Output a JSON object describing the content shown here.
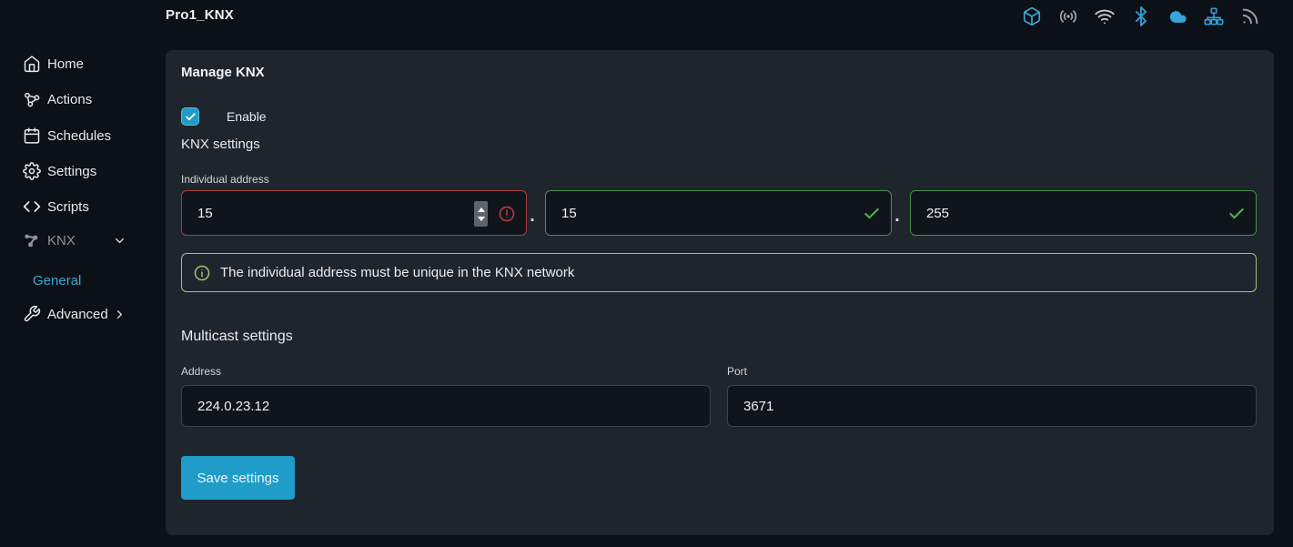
{
  "header": {
    "title": "Pro1_KNX",
    "status_icons": [
      {
        "name": "box-icon",
        "color": "#3fa9d2"
      },
      {
        "name": "broadcast-icon",
        "color": "#a7adb3"
      },
      {
        "name": "wifi-icon",
        "color": "#c4c9cd"
      },
      {
        "name": "bluetooth-icon",
        "color": "#2d9fd8"
      },
      {
        "name": "cloud-icon",
        "color": "#35a5dc"
      },
      {
        "name": "sitemap-icon",
        "color": "#2d9fd8"
      },
      {
        "name": "rss-icon",
        "color": "#9aa0a6"
      }
    ]
  },
  "sidebar": {
    "items": [
      {
        "label": "Home",
        "icon": "home-icon"
      },
      {
        "label": "Actions",
        "icon": "actions-icon"
      },
      {
        "label": "Schedules",
        "icon": "calendar-icon"
      },
      {
        "label": "Settings",
        "icon": "gear-icon"
      },
      {
        "label": "Scripts",
        "icon": "code-icon"
      },
      {
        "label": "KNX",
        "icon": "knx-icon",
        "expanded": true
      },
      {
        "label": "General",
        "active": true
      },
      {
        "label": "Advanced",
        "icon": "wrench-icon",
        "has_submenu": true
      }
    ]
  },
  "main": {
    "title": "Manage KNX",
    "enable_label": "Enable",
    "enable_checked": true,
    "knx_settings_title": "KNX settings",
    "individual_address": {
      "label": "Individual address",
      "separator": ".",
      "fields": [
        {
          "value": "15",
          "state": "invalid"
        },
        {
          "value": "15",
          "state": "valid"
        },
        {
          "value": "255",
          "state": "valid"
        }
      ]
    },
    "info_message": "The individual address must be unique in the KNX network",
    "multicast": {
      "title": "Multicast settings",
      "address_label": "Address",
      "address_value": "224.0.23.12",
      "port_label": "Port",
      "port_value": "3671"
    },
    "save_button_label": "Save settings"
  },
  "colors": {
    "bg": "#0c1117",
    "panel": "#1f252c",
    "input-bg": "#10151b",
    "border": "#3c434a",
    "accent": "#1f9cc8",
    "red": "#a83c3c",
    "green": "#46924a",
    "olive": "#b5ba72",
    "muted": "#8e959c",
    "cyan-text": "#3fa9d2",
    "text": "#e8eaec"
  }
}
